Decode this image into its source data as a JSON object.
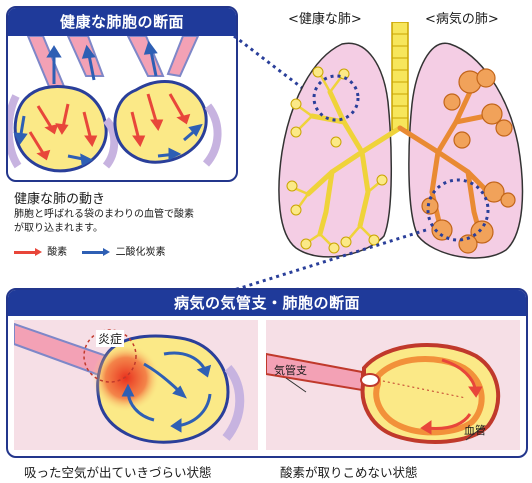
{
  "top_panel": {
    "title": "健康な肺胞の断面"
  },
  "healthy_caption": {
    "heading": "健康な肺の動き",
    "line1": "肺胞と呼ばれる袋のまわりの血管で酸素",
    "line2": "が取り込まれます。"
  },
  "legend": {
    "oxygen": "酸素",
    "co2": "二酸化炭素"
  },
  "lung": {
    "healthy_label": "<健康な肺>",
    "diseased_label": "<病気の肺>"
  },
  "bottom_panel": {
    "title": "病気の気管支・肺胞の断面"
  },
  "left_detail": {
    "inflammation": "炎症",
    "caption": "吸った空気が出ていきづらい状態"
  },
  "right_detail": {
    "bronchus": "気管支",
    "vessel": "血管",
    "caption": "酸素が取りこめない状態"
  },
  "colors": {
    "panel_blue": "#1f3a9a",
    "oxygen_red": "#e8463a",
    "co2_blue": "#2e5fb4",
    "alveolus_yellow": "#fbe987",
    "lung_pink": "#f4cde4"
  }
}
